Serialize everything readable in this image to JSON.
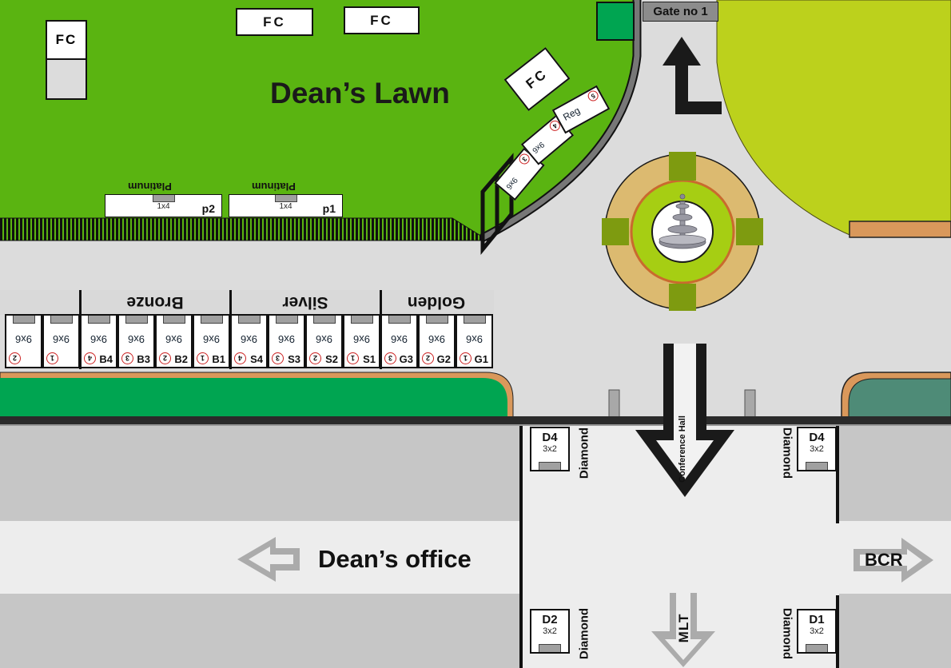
{
  "map": {
    "title_lawn": "Dean’s Lawn",
    "gate_label": "Gate no 1",
    "dean_office_label": "Dean’s office",
    "bcr_label": "BCR",
    "mlt_label": "MLT",
    "conference_hall_label": "Conference Hall"
  },
  "fc_stalls": {
    "labels": [
      "FC",
      "FC",
      "FC",
      "FC"
    ]
  },
  "platinum": {
    "tier": "Platinum",
    "stalls": [
      {
        "id": "p2",
        "size": "1x4"
      },
      {
        "id": "p1",
        "size": "1x4"
      }
    ]
  },
  "groups": [
    "Bronze",
    "Silver",
    "Golden"
  ],
  "stalls": {
    "items": [
      {
        "num": "2",
        "size": "9x6",
        "label": ""
      },
      {
        "num": "1",
        "size": "9x6",
        "label": ""
      },
      {
        "num": "4",
        "size": "9x6",
        "label": "B4"
      },
      {
        "num": "3",
        "size": "9x6",
        "label": "B3"
      },
      {
        "num": "2",
        "size": "9x6",
        "label": "B2"
      },
      {
        "num": "1",
        "size": "9x6",
        "label": "B1"
      },
      {
        "num": "4",
        "size": "9x6",
        "label": "S4"
      },
      {
        "num": "3",
        "size": "9x6",
        "label": "S3"
      },
      {
        "num": "2",
        "size": "9x6",
        "label": "S2"
      },
      {
        "num": "1",
        "size": "9x6",
        "label": "S1"
      },
      {
        "num": "3",
        "size": "9x6",
        "label": "G3"
      },
      {
        "num": "2",
        "size": "9x6",
        "label": "G2"
      },
      {
        "num": "1",
        "size": "9x6",
        "label": "G1"
      }
    ]
  },
  "diagonal": {
    "items": [
      {
        "num": "3",
        "size": "9x6"
      },
      {
        "num": "4",
        "size": "9x6"
      },
      {
        "num": "5",
        "size": "Reg"
      }
    ]
  },
  "diamond": {
    "tier": "Diamond",
    "stalls": [
      {
        "id": "D4",
        "size": "3x2"
      },
      {
        "id": "D4",
        "size": "3x2"
      },
      {
        "id": "D2",
        "size": "3x2"
      },
      {
        "id": "D1",
        "size": "3x2"
      }
    ]
  },
  "colors": {
    "lawn_green": "#5AB411",
    "chartreuse": "#BCD11C",
    "emerald": "#00A551",
    "road_gray": "#DCDCDC",
    "block_gray": "#C6C6C6",
    "band_light": "#EDEDED",
    "tan": "#D9985B",
    "roundabout_ring": "#DCBA70",
    "roundabout_inner": "#A6CE13",
    "olive_square": "#7E9B10",
    "teal": "#4E8B77",
    "black_road": "#2A2A2A",
    "arrow_gray": "#ABABAB",
    "stall_circle_red": "#CC2222"
  }
}
